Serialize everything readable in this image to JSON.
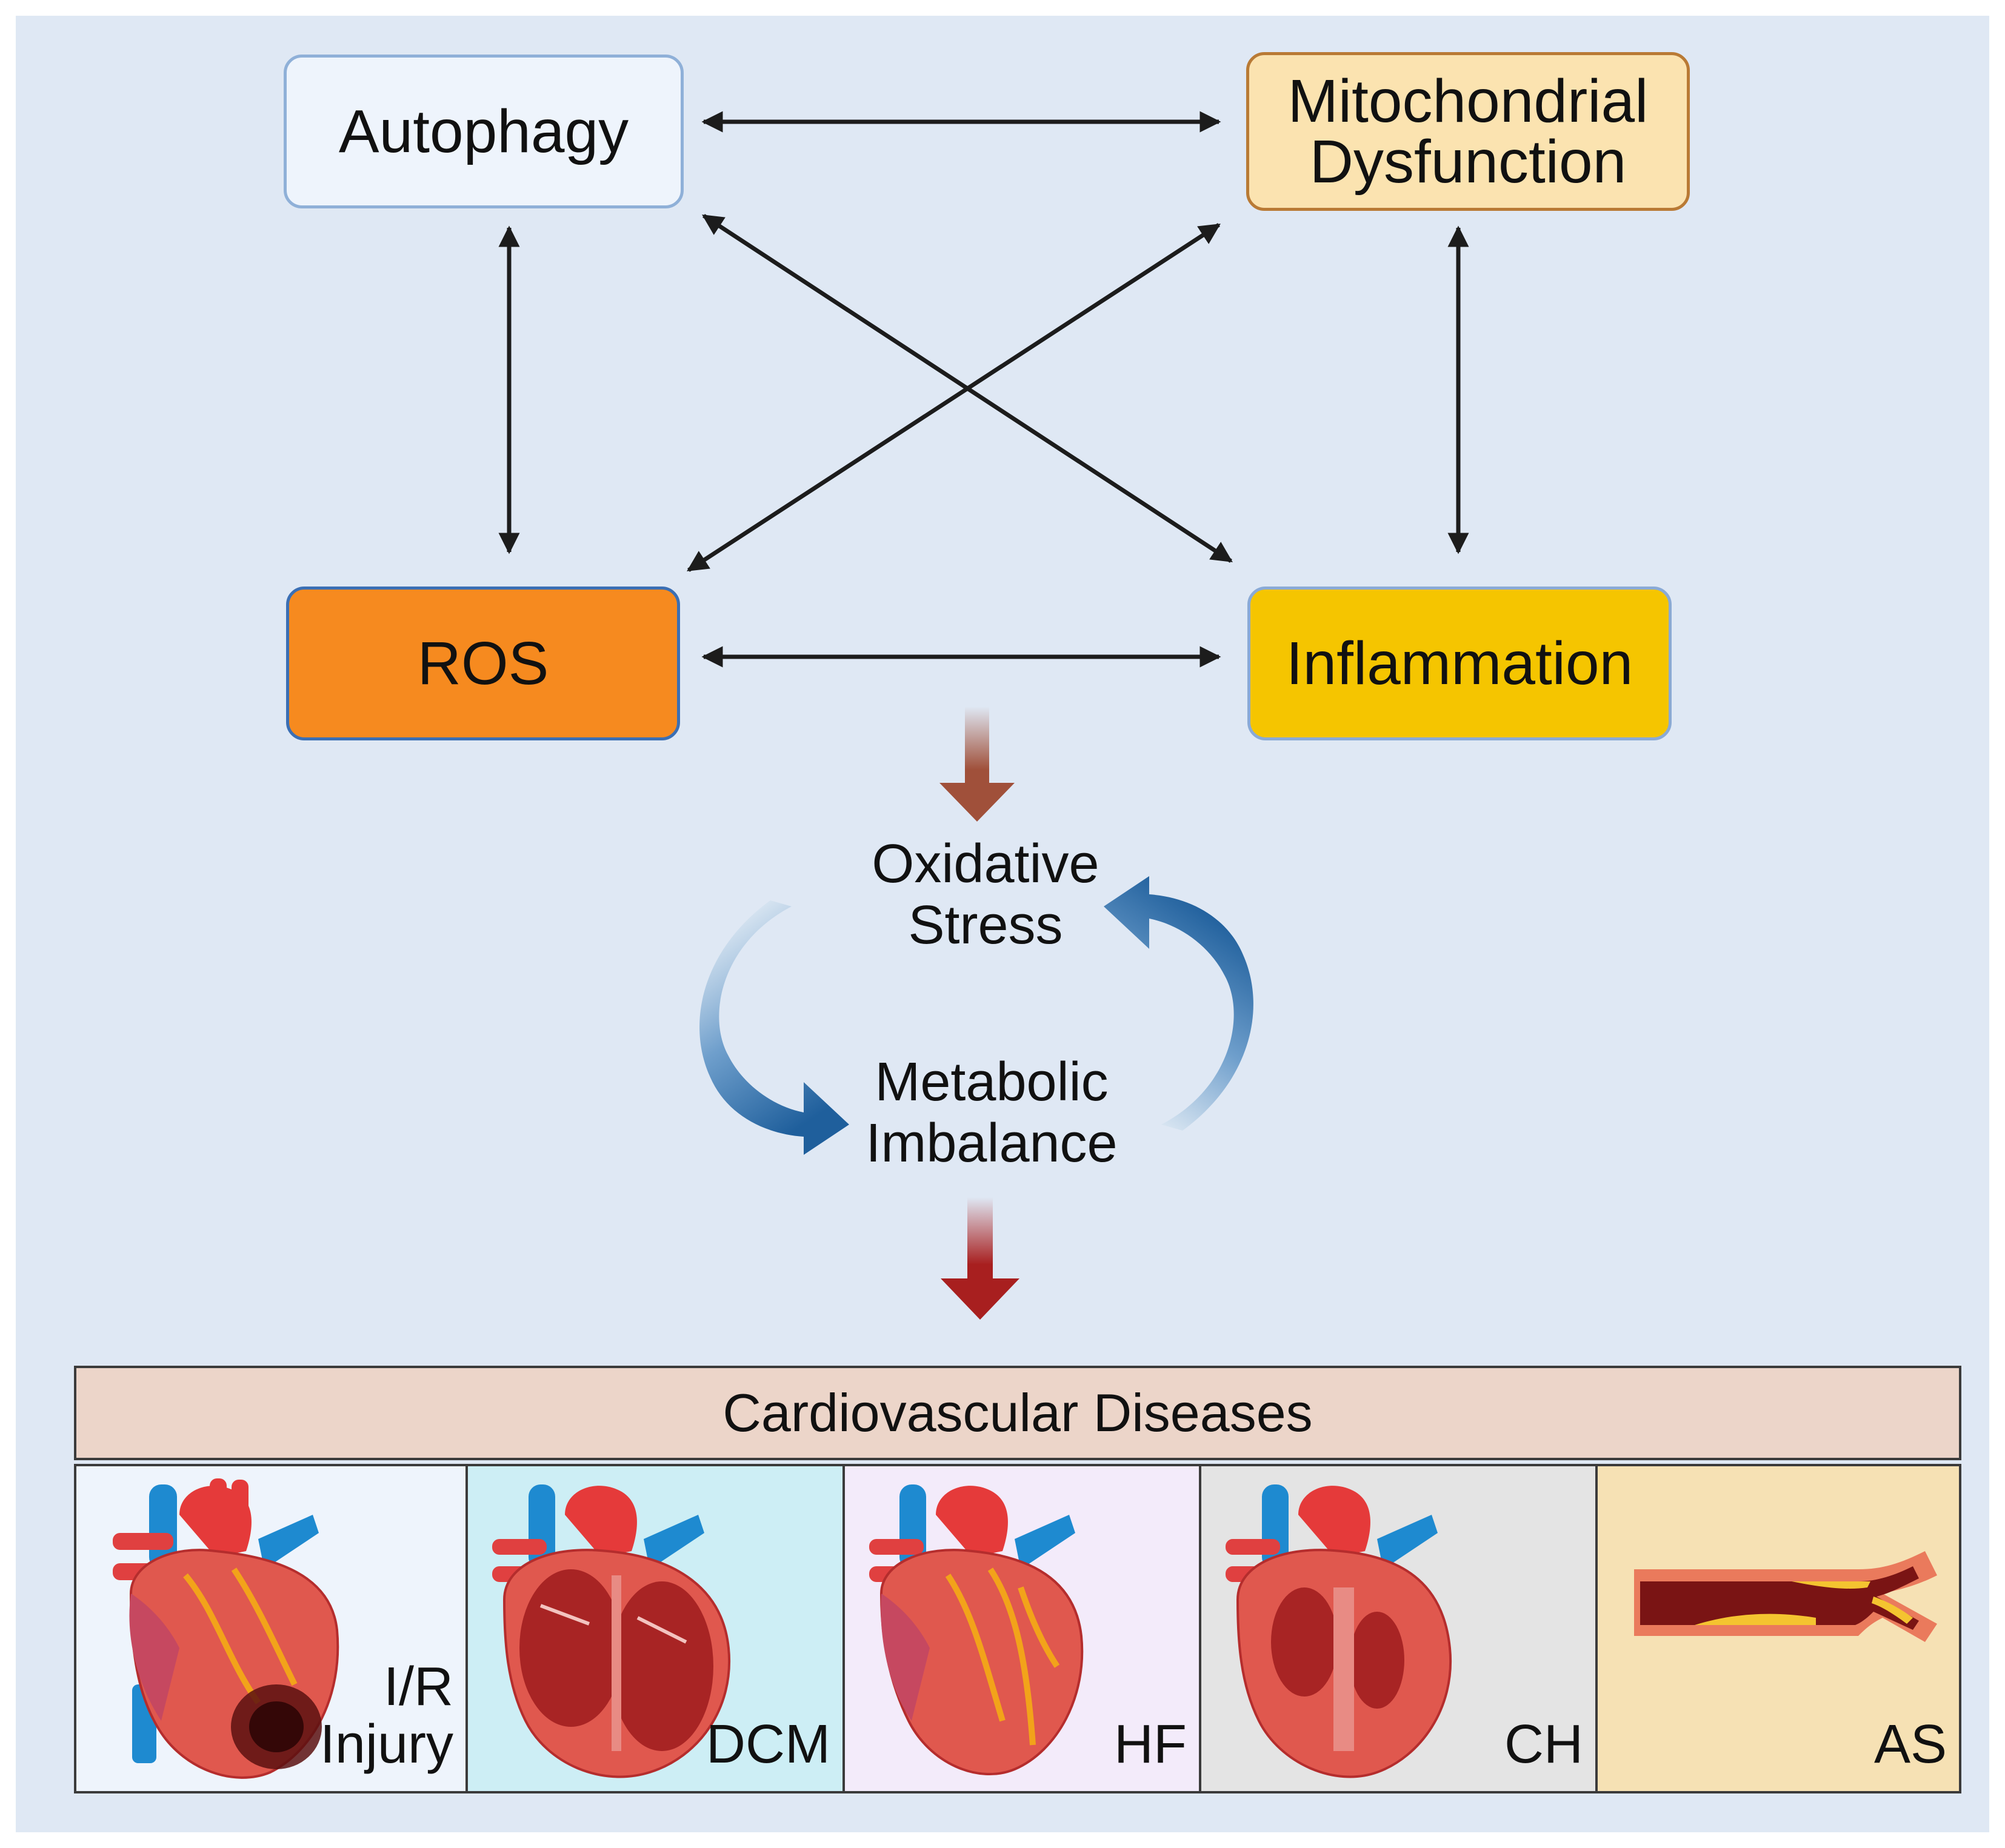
{
  "nodes": {
    "autophagy": {
      "label": "Autophagy",
      "fill": "#eef4fc",
      "border": "#8fb0d8"
    },
    "mito": {
      "label": "Mitochondrial\nDysfunction",
      "fill": "#fbe3b0",
      "border": "#b97a35"
    },
    "ros": {
      "label": "ROS",
      "fill": "#f68a1f",
      "border": "#3b6fb4"
    },
    "inflammation": {
      "label": "Inflammation",
      "fill": "#f5c500",
      "border": "#8aaad6"
    }
  },
  "cycle": {
    "oxidative_stress": "Oxidative\nStress",
    "metabolic_imbalance": "Metabolic\nImbalance",
    "arrow_color": "#1f5f9c"
  },
  "arrows": {
    "brown": "#a0503a",
    "red": "#a81f1f",
    "line": "#1c1c1c"
  },
  "diseases": {
    "header": "Cardiovascular Diseases",
    "panels": [
      {
        "abbr": "I/R\nInjury",
        "bg": "#eef4fc",
        "icon": "heart-injury-icon"
      },
      {
        "abbr": "DCM",
        "bg": "#cdeef5",
        "icon": "heart-dilated-icon"
      },
      {
        "abbr": "HF",
        "bg": "#f3ebfa",
        "icon": "heart-failure-icon"
      },
      {
        "abbr": "CH",
        "bg": "#e4e4e4",
        "icon": "heart-hypertrophy-icon"
      },
      {
        "abbr": "AS",
        "bg": "#f6e1b4",
        "icon": "artery-plaque-icon"
      }
    ]
  }
}
